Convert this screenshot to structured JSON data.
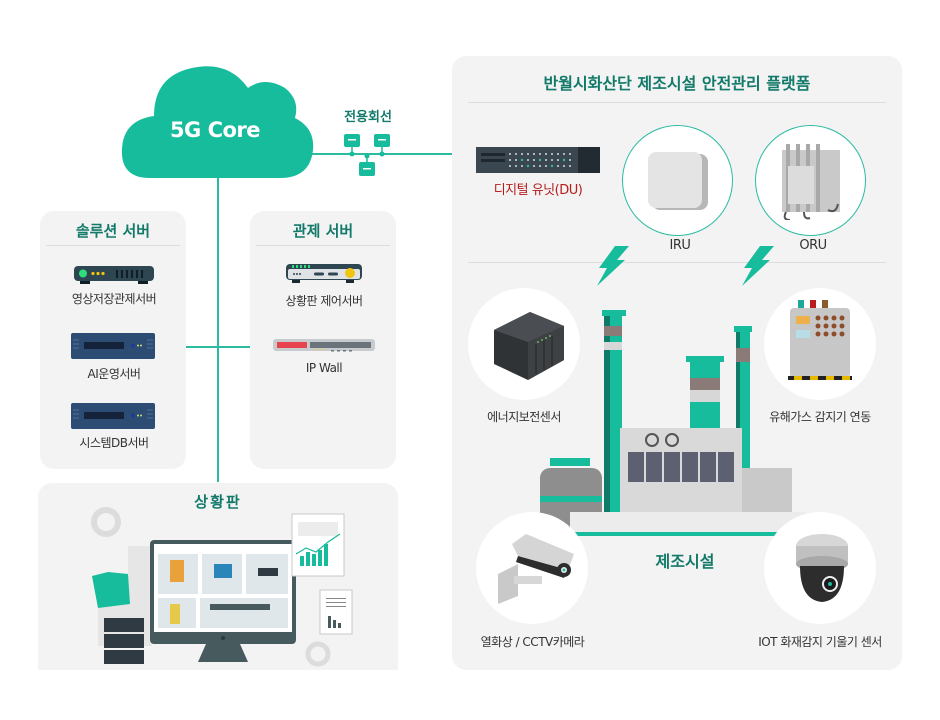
{
  "core": {
    "label": "5G Core"
  },
  "leased_line": {
    "label": "전용회선"
  },
  "platform": {
    "title": "반월시화산단 제조시설 안전관리 플랫폼",
    "du_label": "디지털 유닛(DU)",
    "iru_label": "IRU",
    "oru_label": "ORU",
    "factory_label": "제조시설",
    "devices": [
      {
        "label": "에너지보전센서"
      },
      {
        "label": "유해가스 감지기 연동"
      },
      {
        "label": "열화상 / CCTV카메라"
      },
      {
        "label": "IOT 화재감지 기울기 센서"
      }
    ]
  },
  "solution_server": {
    "title": "솔루션 서버",
    "items": [
      {
        "label": "영상저장관제서버"
      },
      {
        "label": "AI운영서버"
      },
      {
        "label": "시스템DB서버"
      }
    ]
  },
  "control_server": {
    "title": "관제 서버",
    "items": [
      {
        "label": "상황판 제어서버"
      },
      {
        "label": "IP Wall"
      }
    ]
  },
  "dashboard": {
    "title": "상황판"
  },
  "colors": {
    "accent": "#2bbba0",
    "title": "#137a6a",
    "du_label": "#b71c1c",
    "panel": "#f3f3f3"
  }
}
